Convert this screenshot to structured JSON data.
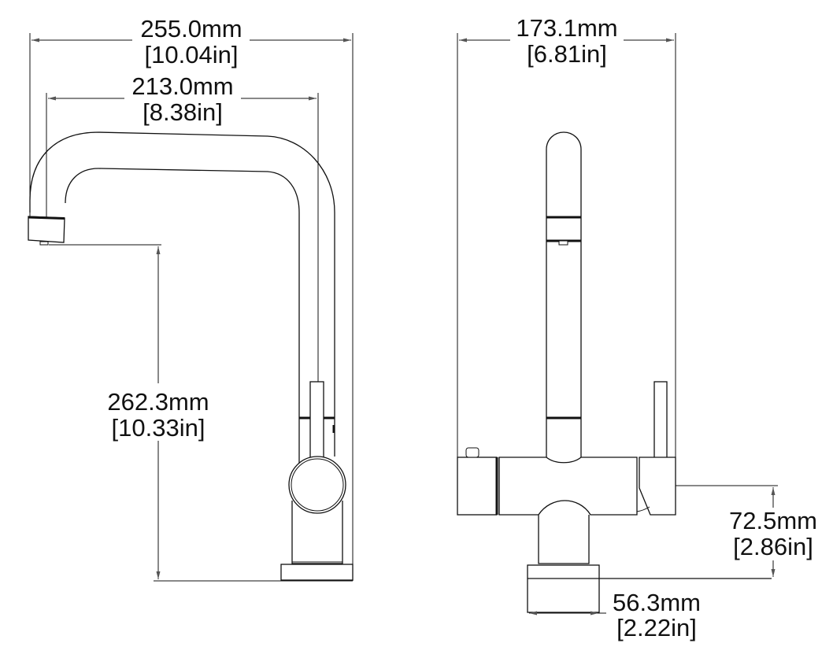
{
  "drawing": {
    "colors": {
      "line": "#111111",
      "background": "#ffffff",
      "arrow": "#555555"
    },
    "side_view": {
      "overall_width": {
        "mm": "255.0mm",
        "in": "[10.04in]"
      },
      "spout_reach": {
        "mm": "213.0mm",
        "in": "[8.38in]"
      },
      "spout_height": {
        "mm": "262.3mm",
        "in": "[10.33in]"
      }
    },
    "front_view": {
      "overall_width": {
        "mm": "173.1mm",
        "in": "[6.81in]"
      },
      "body_height": {
        "mm": "72.5mm",
        "in": "[2.86in]"
      },
      "base_diameter": {
        "mm": "56.3mm",
        "in": "[2.22in]"
      }
    }
  }
}
